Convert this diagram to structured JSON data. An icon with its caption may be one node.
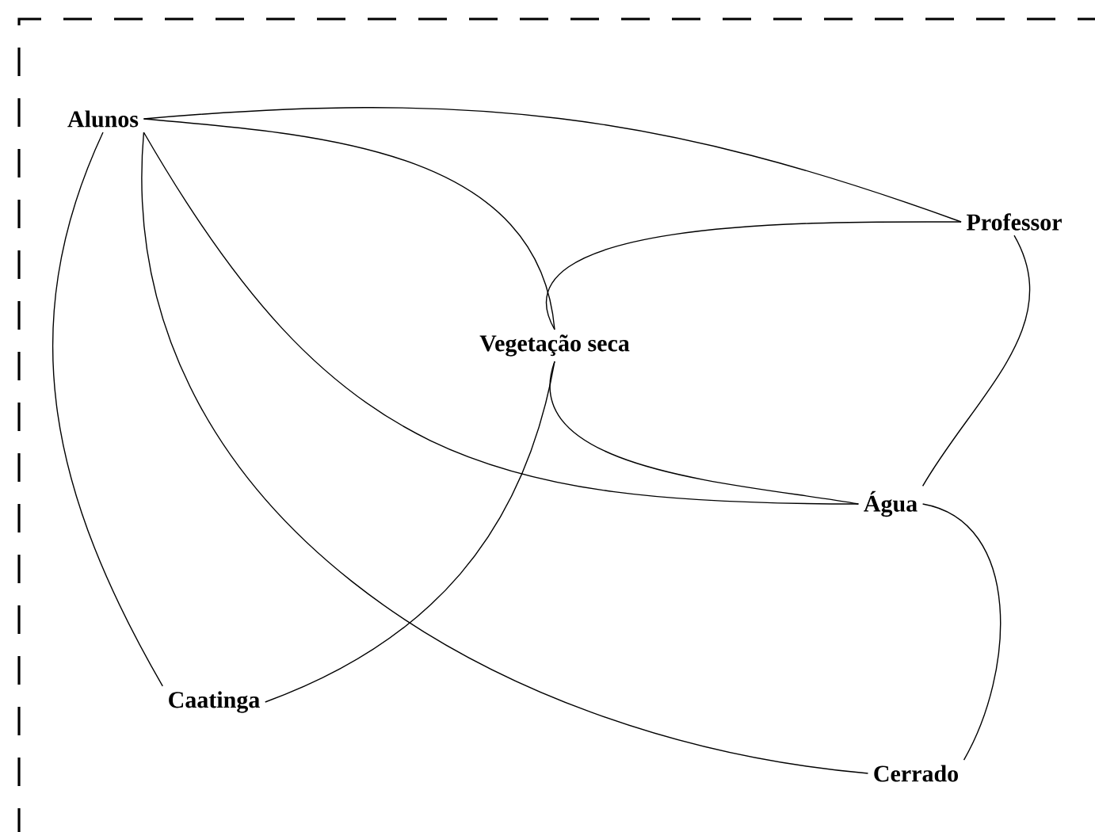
{
  "diagram": {
    "nodes": [
      {
        "text": [
          "Alunos"
        ]
      },
      {
        "text": [
          "Professor"
        ]
      },
      {
        "text": [
          "Vegetação seca"
        ]
      },
      {
        "text": [
          "Água"
        ]
      },
      {
        "text": [
          "Caatinga"
        ]
      },
      {
        "text": [
          "Cerrado"
        ]
      }
    ],
    "edges": [
      {
        "from": 0,
        "to": 1,
        "arrow": "none"
      },
      {
        "from": 0,
        "to": 2,
        "arrow": "none"
      },
      {
        "from": 0,
        "to": 3,
        "arrow": "none"
      },
      {
        "from": 0,
        "to": 5,
        "arrow": "none"
      },
      {
        "from": 0,
        "to": 4,
        "arrow": "none"
      },
      {
        "from": 2,
        "to": 1,
        "arrow": "none"
      },
      {
        "from": 2,
        "to": 4,
        "arrow": "none"
      },
      {
        "from": 2,
        "to": 3,
        "arrow": "none"
      },
      {
        "from": 1,
        "to": 3,
        "arrow": "none"
      },
      {
        "from": 3,
        "to": 5,
        "arrow": "none"
      }
    ]
  }
}
